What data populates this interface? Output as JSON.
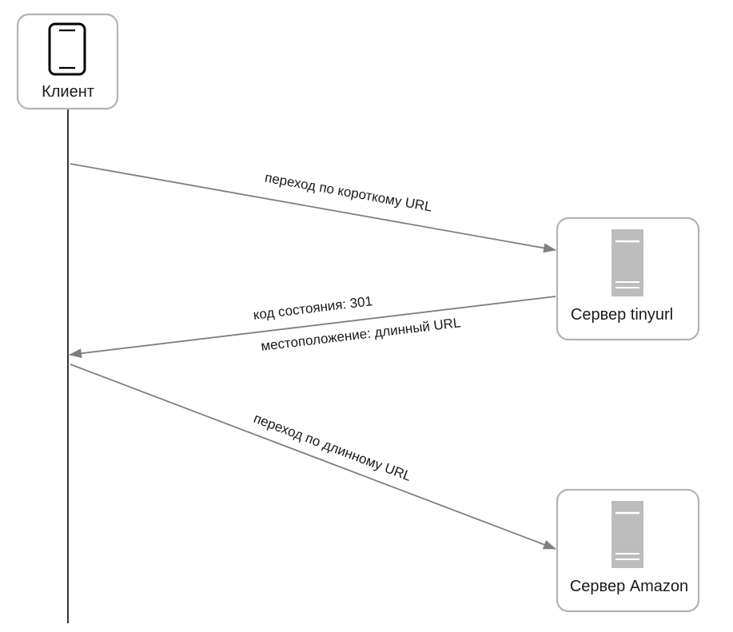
{
  "nodes": {
    "client": {
      "label": "Клиент",
      "icon": "smartphone-icon"
    },
    "tinyurl_server": {
      "label": "Сервер tinyurl",
      "icon": "server-icon"
    },
    "amazon_server": {
      "label": "Сервер Amazon",
      "icon": "server-icon"
    }
  },
  "messages": [
    {
      "from": "client",
      "to": "tinyurl_server",
      "label": "переход по короткому URL"
    },
    {
      "from": "tinyurl_server",
      "to": "client",
      "label_line1": "код состояния: 301",
      "label_line2": "местоположение: длинный URL"
    },
    {
      "from": "client",
      "to": "amazon_server",
      "label": "переход по длинному URL"
    }
  ],
  "colors": {
    "box_border": "#b3b3b3",
    "arrow": "#7f7f7f",
    "lifeline": "#000000",
    "server_fill": "#bdbdbd",
    "icon_stroke": "#000000"
  }
}
